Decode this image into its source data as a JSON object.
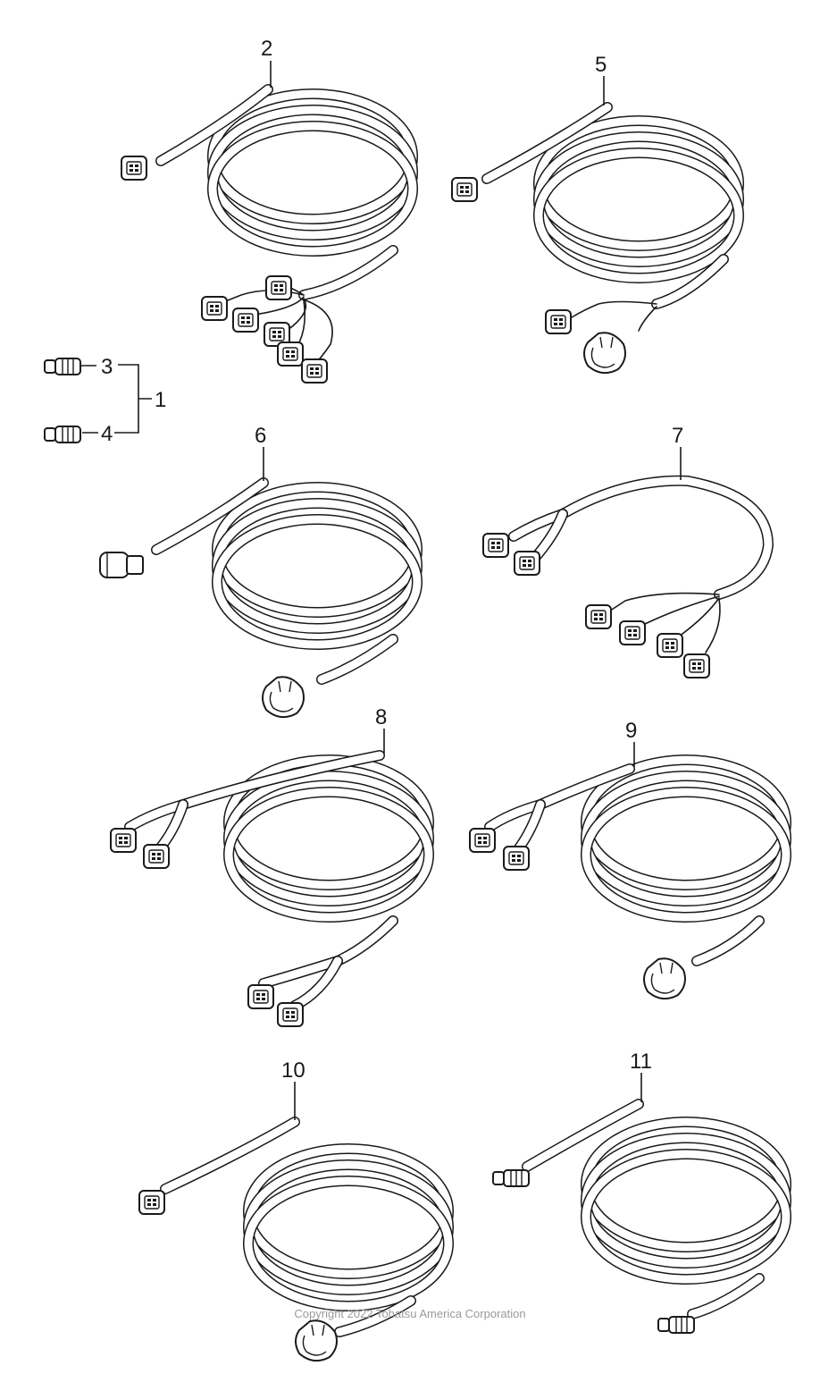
{
  "callouts": {
    "c1": "1",
    "c2": "2",
    "c3": "3",
    "c4": "4",
    "c5": "5",
    "c6": "6",
    "c7": "7",
    "c8": "8",
    "c9": "9",
    "c10": "10",
    "c11": "11"
  },
  "copyright": "Copyright 2022 Tohatsu America Corporation"
}
